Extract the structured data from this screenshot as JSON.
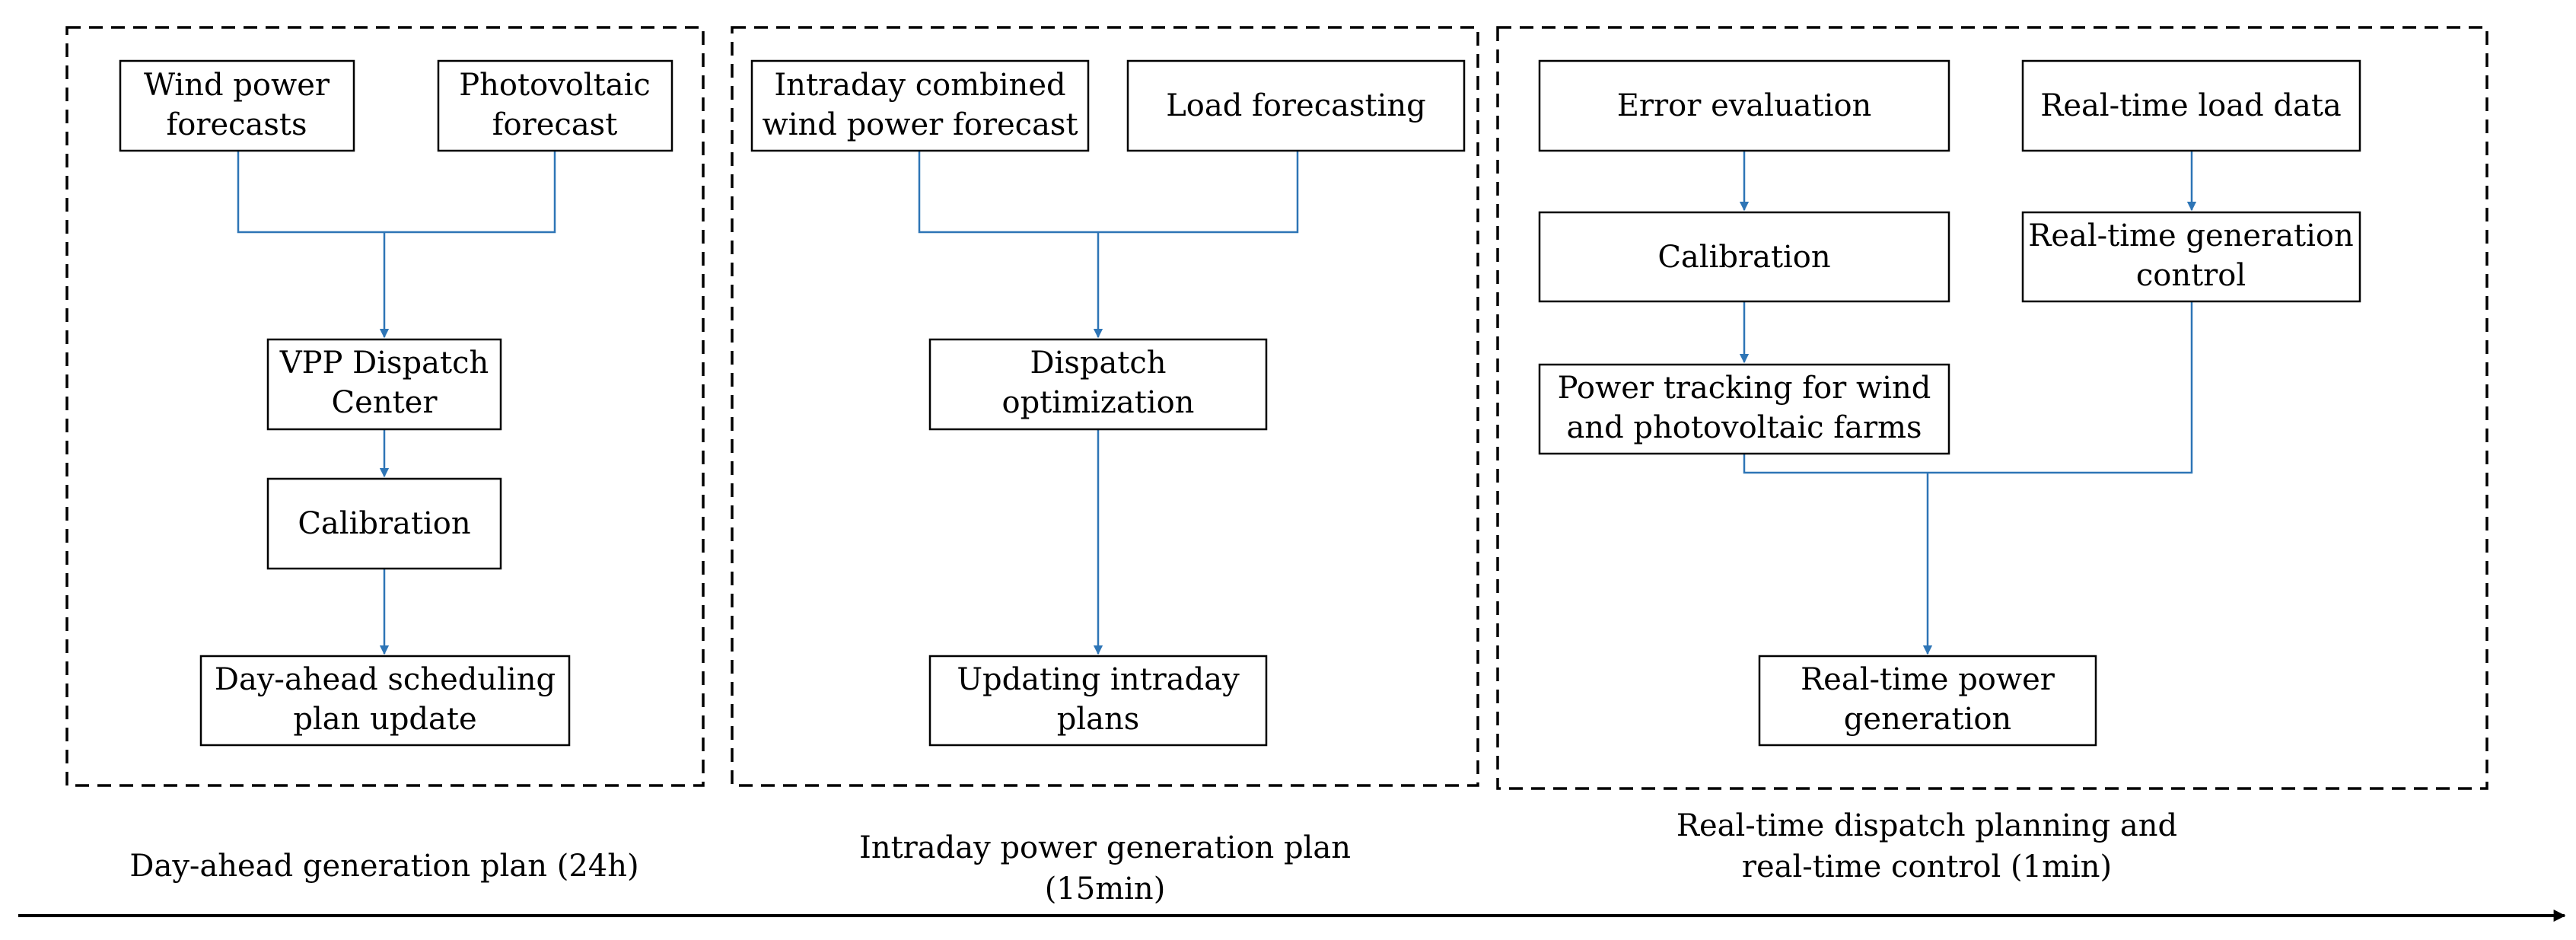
{
  "colors": {
    "connector": "#2E75B6",
    "box_border": "#000000",
    "panel_border": "#000000",
    "text": "#000000"
  },
  "panels": {
    "day_ahead": {
      "nodes": {
        "wind_forecasts": [
          "Wind power",
          "forecasts"
        ],
        "pv_forecast": [
          "Photovoltaic",
          "forecast"
        ],
        "vpp_center": [
          "VPP Dispatch",
          "Center"
        ],
        "calibration": [
          "Calibration"
        ],
        "plan_update": [
          "Day-ahead scheduling",
          "plan update"
        ]
      },
      "caption": [
        "Day-ahead generation plan (24h)"
      ]
    },
    "intraday": {
      "nodes": {
        "combined_forecast": [
          "Intraday combined",
          "wind power forecast"
        ],
        "load_forecasting": [
          "Load forecasting"
        ],
        "dispatch_optimization": [
          "Dispatch",
          "optimization"
        ],
        "updating_plans": [
          "Updating intraday",
          "plans"
        ]
      },
      "caption": [
        "Intraday power generation plan",
        "(15min)"
      ]
    },
    "real_time": {
      "nodes": {
        "error_evaluation": [
          "Error evaluation"
        ],
        "realtime_load": [
          "Real-time load data"
        ],
        "calibration": [
          "Calibration"
        ],
        "generation_control": [
          "Real-time generation",
          "control"
        ],
        "power_tracking": [
          "Power tracking for wind",
          "and photovoltaic farms"
        ],
        "power_generation": [
          "Real-time power",
          "generation"
        ]
      },
      "caption": [
        "Real-time dispatch planning and",
        "real-time control (1min)"
      ]
    }
  }
}
